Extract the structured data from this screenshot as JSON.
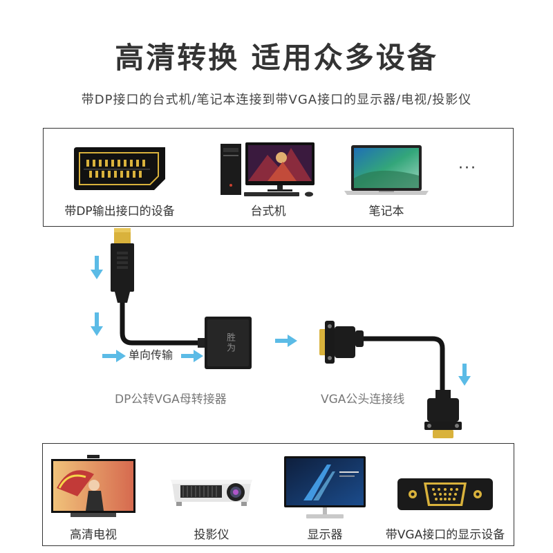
{
  "title": "高清转换 适用众多设备",
  "subtitle": "带DP接口的台式机/笔记本连接到带VGA接口的显示器/电视/投影仪",
  "sources": {
    "items": [
      {
        "label": "带DP输出接口的设备",
        "icon": "dp-port-icon"
      },
      {
        "label": "台式机",
        "icon": "desktop-pc-icon"
      },
      {
        "label": "笔记本",
        "icon": "laptop-icon"
      }
    ],
    "more": "···"
  },
  "adapter": {
    "direction_label": "单向传输",
    "adapter_label": "DP公转VGA母转接器",
    "cable_label": "VGA公头连接线",
    "brand": "胜为"
  },
  "targets": {
    "items": [
      {
        "label": "高清电视",
        "icon": "hdtv-icon"
      },
      {
        "label": "投影仪",
        "icon": "projector-icon"
      },
      {
        "label": "显示器",
        "icon": "monitor-icon"
      },
      {
        "label": "带VGA接口的显示设备",
        "icon": "vga-port-icon"
      }
    ]
  },
  "colors": {
    "arrow": "#5bbbe6",
    "gold": "#d9b23c",
    "border": "#333333"
  }
}
